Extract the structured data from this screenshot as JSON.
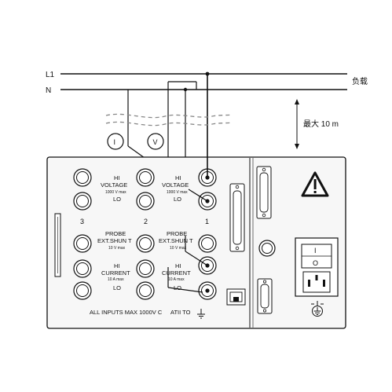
{
  "lines": {
    "l1": "L1",
    "n": "N",
    "load": "负载",
    "distance": "最大 10 m"
  },
  "meters": {
    "current": "I",
    "voltage": "V"
  },
  "panel": {
    "channels": [
      "3",
      "2",
      "1"
    ],
    "voltage_hi": "HI",
    "voltage": "VOLTAGE",
    "voltage_max": "1000 V max",
    "voltage_lo": "LO",
    "probe_1": "PROBE",
    "probe_2": "EXT.SHUN T",
    "probe_max": "10 V max",
    "current_hi": "HI",
    "current": "CURRENT",
    "current_max": "10 A max",
    "current_lo": "LO",
    "bottom_label": "ALL INPUTS MAX 1000V C",
    "attn": "ATII TO"
  },
  "power_switch": {
    "on": "I",
    "off": "O"
  },
  "colors": {
    "line": "#111111",
    "panel_fill": "#f7f7f7",
    "warning": "#111111"
  }
}
